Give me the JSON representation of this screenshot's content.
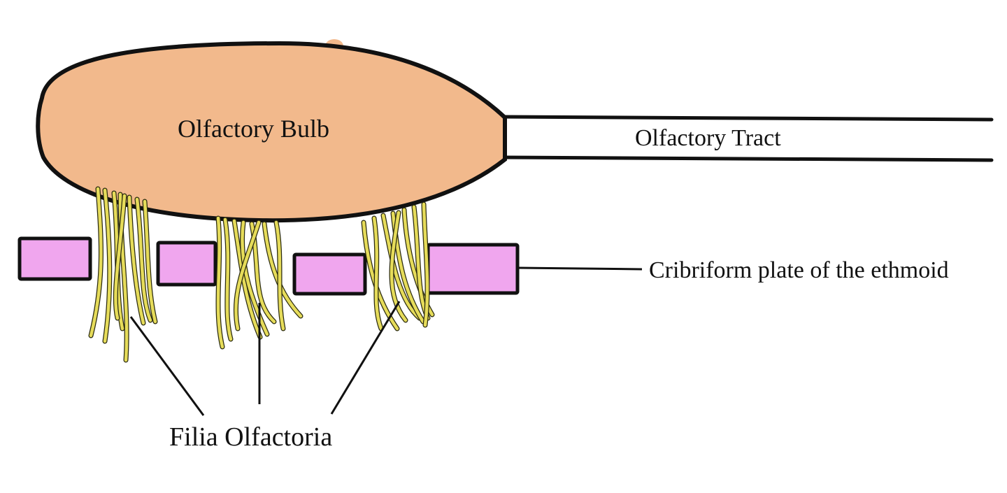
{
  "labels": {
    "bulb": "Olfactory Bulb",
    "tract": "Olfactory Tract",
    "plate": "Cribriform plate of the ethmoid",
    "filia": "Filia Olfactoria"
  },
  "colors": {
    "bulb_fill": "#f2b98c",
    "plate_fill": "#f0a6ee",
    "fiber": "#e6dc5a",
    "outline": "#111111"
  }
}
